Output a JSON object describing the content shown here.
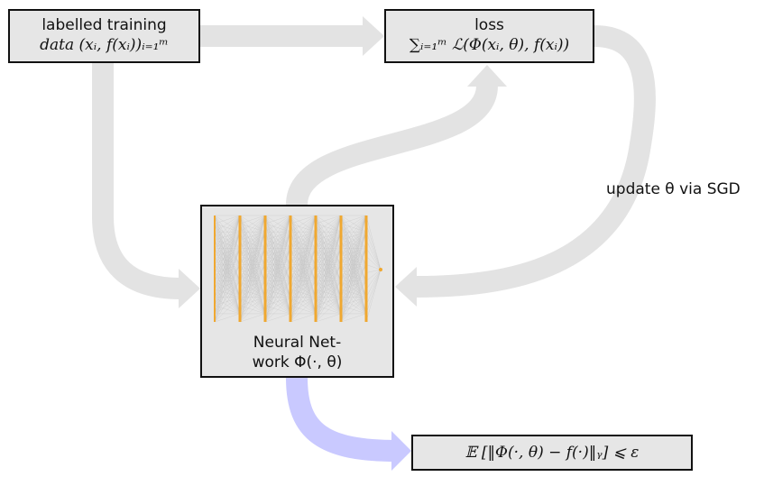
{
  "data_box": {
    "line1": "labelled training",
    "line2": "data (xᵢ, f(xᵢ))ᵢ₌₁ᵐ"
  },
  "loss_box": {
    "line1": "loss",
    "line2": "∑ᵢ₌₁ᵐ ℒ(Φ(xᵢ, θ), f(xᵢ))"
  },
  "nn_box": {
    "line1": "Neural Net-",
    "line2": "work Φ(·, θ)"
  },
  "error_box": {
    "text": "𝔼 [‖Φ(·, θ) − f(·)‖ᵧ] ⩽ ε"
  },
  "sgd_label": "update θ via SGD",
  "colors": {
    "flow_arrow": "#e3e3e3",
    "output_arrow": "#c9c9ff",
    "box_fill": "#e6e6e6",
    "neuron": "#f0a830"
  }
}
